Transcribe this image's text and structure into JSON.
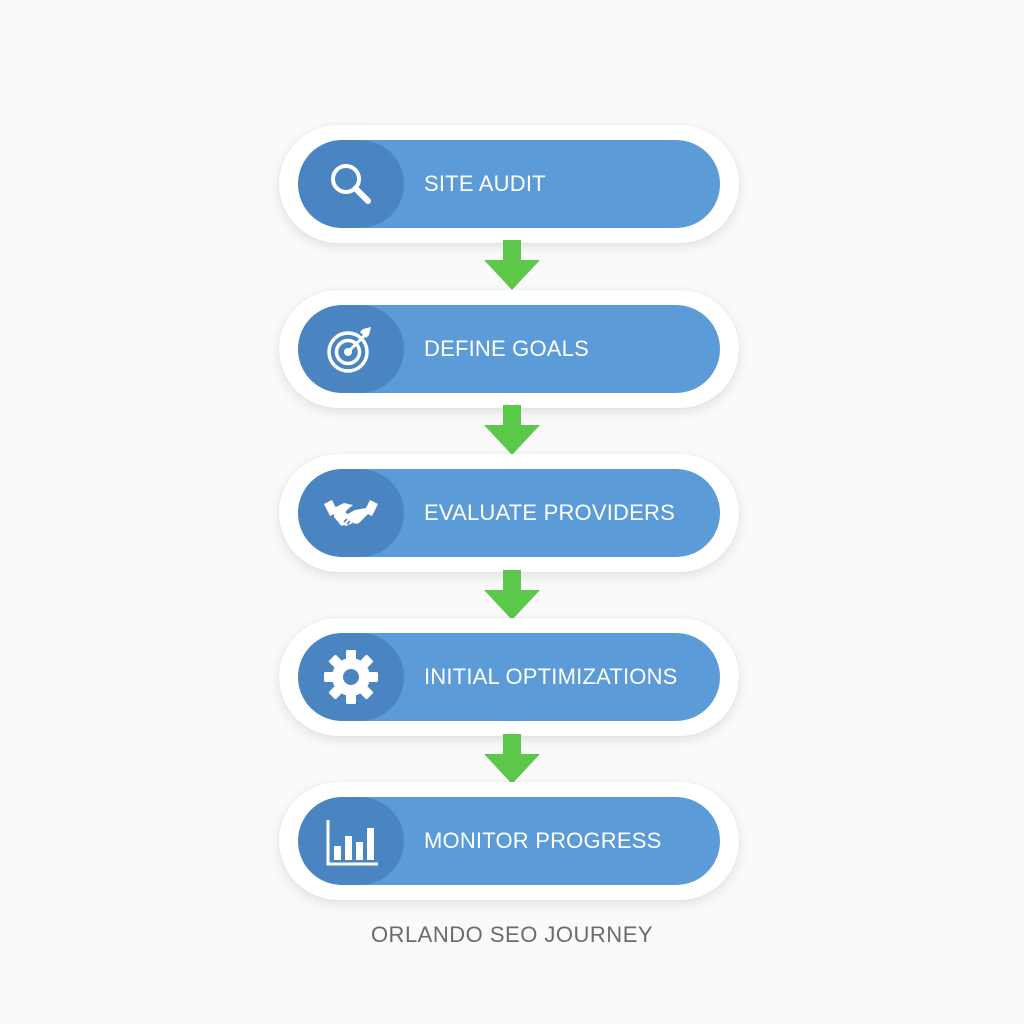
{
  "steps": [
    {
      "label": "SITE AUDIT",
      "icon": "magnifier-icon"
    },
    {
      "label": "DEFINE GOALS",
      "icon": "target-icon"
    },
    {
      "label": "EVALUATE PROVIDERS",
      "icon": "handshake-icon"
    },
    {
      "label": "INITIAL OPTIMIZATIONS",
      "icon": "gear-icon"
    },
    {
      "label": "MONITOR PROGRESS",
      "icon": "bar-chart-icon"
    }
  ],
  "caption": "ORLANDO SEO JOURNEY",
  "colors": {
    "pill": "#5b9bd8",
    "icon_cap": "#4a85c2",
    "arrow": "#5cc84a",
    "caption": "#6b6b6b"
  }
}
